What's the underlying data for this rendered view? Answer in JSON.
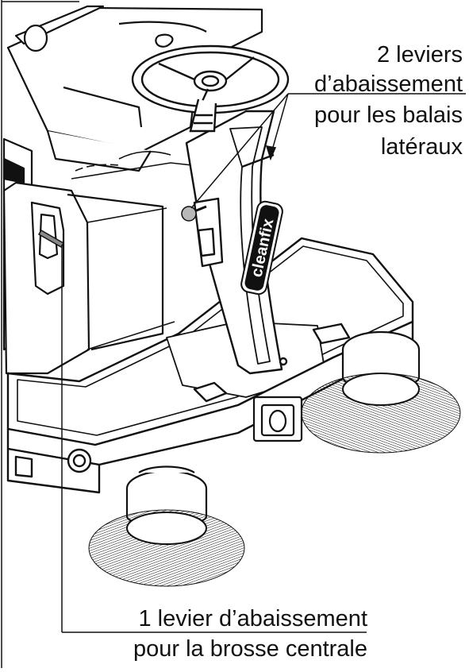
{
  "callouts": {
    "side_brush_levers": {
      "lines": [
        "2 leviers",
        "d’abaissement",
        "pour les balais",
        "latéraux"
      ]
    },
    "main_brush_lever": {
      "lines": [
        "1 levier d’abaissement",
        "pour la brosse centrale"
      ]
    }
  },
  "branding": {
    "logo_text": "cleanfix"
  },
  "colors": {
    "ink": "#111111",
    "paper": "#ffffff",
    "knob": "#b8b8b8"
  }
}
